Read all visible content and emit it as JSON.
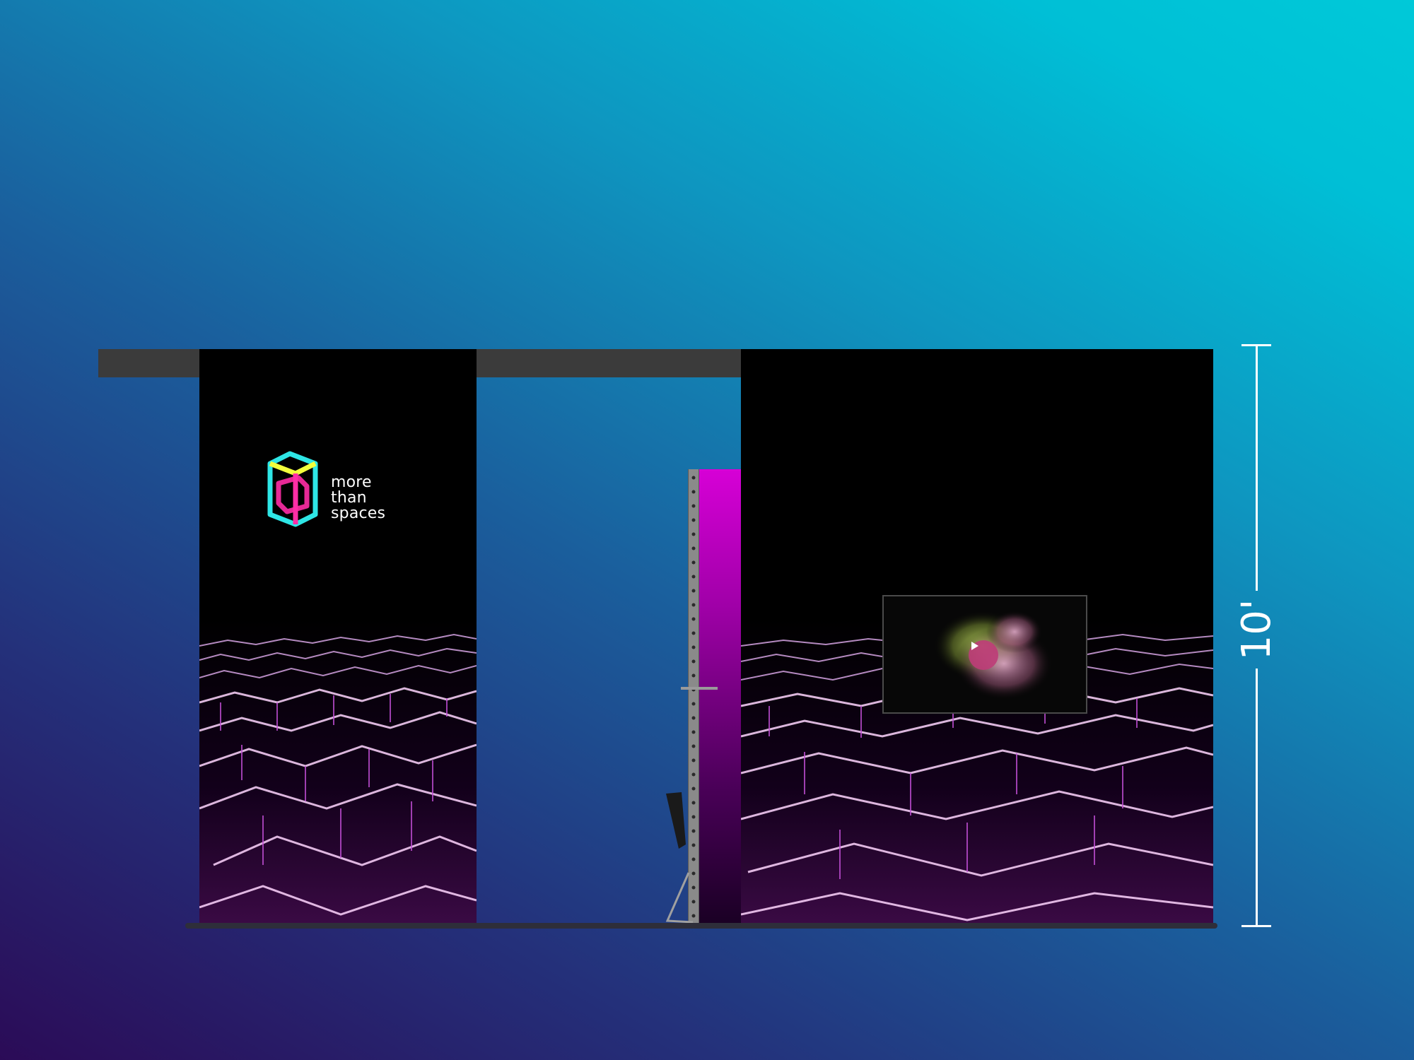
{
  "logo": {
    "lines": [
      "more",
      "than",
      "spaces"
    ],
    "colors": [
      "#2ee6e6",
      "#ff2ea6",
      "#f2ff3c"
    ]
  },
  "video": {
    "icon": "play-icon",
    "accent": "#be3c78"
  },
  "dimension": {
    "label": "10'"
  },
  "colors": {
    "panel": "#000000",
    "beam": "#3b3b3b",
    "neon": "#e07cff",
    "magenta_strip": "#d600d6"
  }
}
